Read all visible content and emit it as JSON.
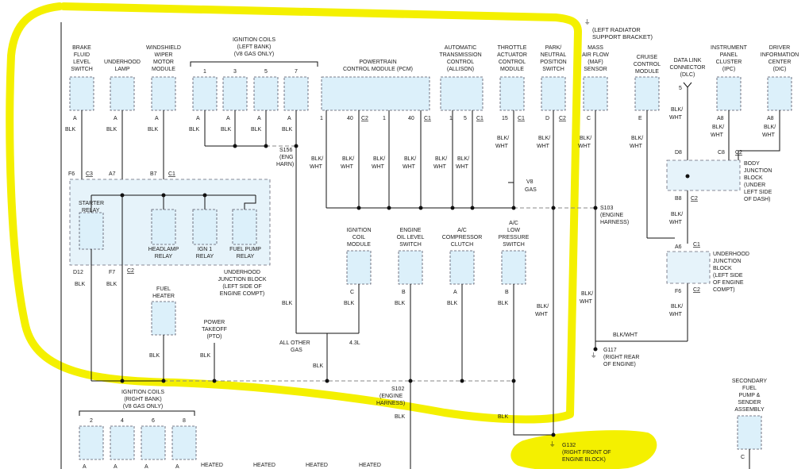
{
  "diagram": {
    "top_components": {
      "brake_fluid": [
        "BRAKE",
        "FLUID",
        "LEVEL",
        "SWITCH"
      ],
      "underhood_lamp": [
        "UNDERHOOD",
        "LAMP"
      ],
      "wiper_motor": [
        "WINDSHIELD",
        "WIPER",
        "MOTOR",
        "MODULE"
      ],
      "ign_coils_left": [
        "IGNITION COILS",
        "(LEFT BANK)",
        "(V8 GAS ONLY)"
      ],
      "pcm": [
        "POWERTRAIN",
        "CONTROL MODULE (PCM)"
      ],
      "trans_control": [
        "AUTOMATIC",
        "TRANSMISSION",
        "CONTROL",
        "(ALLISON)"
      ],
      "throttle_actuator": [
        "THROTTLE",
        "ACTUATOR",
        "CONTROL",
        "MODULE"
      ],
      "park_neutral": [
        "PARK/",
        "NEUTRAL",
        "POSITION",
        "SWITCH"
      ],
      "maf": [
        "MASS",
        "AIR FLOW",
        "(MAF)",
        "SENSOR"
      ],
      "cruise": [
        "CRUISE",
        "CONTROL",
        "MODULE"
      ],
      "dlc": [
        "DATA LINK",
        "CONNECTOR",
        "(DLC)"
      ],
      "ipc": [
        "INSTRUMENT",
        "PANEL",
        "CLUSTER",
        "(IPC)"
      ],
      "dic": [
        "DRIVER",
        "INFORMATION",
        "CENTER",
        "(DIC)"
      ]
    },
    "ground_g100": [
      "(LEFT RADIATOR",
      "SUPPORT BRACKET)"
    ],
    "coil_numbers_left": [
      "1",
      "3",
      "5",
      "7"
    ],
    "coil_numbers_right": [
      "2",
      "4",
      "6",
      "8"
    ],
    "pins": {
      "a": "A",
      "b": "B",
      "c": "C",
      "d": "D",
      "e": "E",
      "p1": "1",
      "p5": "5",
      "p15": "15",
      "p40": "40",
      "c1": "C1",
      "c2": "C2",
      "c3": "C3",
      "f6": "F6",
      "f7": "F7",
      "a7": "A7",
      "b7": "B7",
      "d12": "D12",
      "d8": "D8",
      "c8": "C8",
      "b8": "B8",
      "a6": "A6",
      "a8": "A8"
    },
    "wire_colors": {
      "blk": "BLK",
      "blk_wht": [
        "BLK/",
        "WHT"
      ],
      "blk_wht_inline": "BLK/WHT"
    },
    "underhood_jb": {
      "starter_relay": [
        "STARTER",
        "RELAY"
      ],
      "headlamp_relay": [
        "HEADLAMP",
        "RELAY"
      ],
      "ign1_relay": [
        "IGN 1",
        "RELAY"
      ],
      "fuel_pump_relay": [
        "FUEL PUMP",
        "RELAY"
      ],
      "label": [
        "UNDERHOOD",
        "JUNCTION BLOCK",
        "(LEFT SIDE OF",
        "ENGINE COMPT)"
      ]
    },
    "mid_components": {
      "ign_coil_module": [
        "IGNITION",
        "COIL",
        "MODULE"
      ],
      "oil_level": [
        "ENGINE",
        "OIL LEVEL",
        "SWITCH"
      ],
      "ac_clutch": [
        "A/C",
        "COMPRESSOR",
        "CLUTCH"
      ],
      "ac_pressure": [
        "A/C",
        "LOW",
        "PRESSURE",
        "SWITCH"
      ],
      "fuel_heater": [
        "FUEL",
        "HEATER"
      ],
      "pto": [
        "POWER",
        "TAKEOFF",
        "(PTO)"
      ]
    },
    "splices": {
      "s156": [
        "S156",
        "(ENG",
        "HARN)"
      ],
      "s103": [
        "S103",
        "(ENGINE",
        "HARNESS)"
      ],
      "s102": [
        "S102",
        "(ENGINE",
        "HARNESS)"
      ],
      "v8_gas": [
        "V8",
        "GAS"
      ],
      "all_other_gas": [
        "ALL OTHER",
        "GAS"
      ],
      "l43": "4.3L"
    },
    "grounds": {
      "g117": [
        "G117",
        "(RIGHT REAR",
        "OF ENGINE)"
      ],
      "g132": [
        "G132",
        "(RIGHT FRONT OF",
        "ENGINE BLOCK)"
      ]
    },
    "right_blocks": {
      "body_jb": [
        "BODY",
        "JUNCTION",
        "BLOCK",
        "(UNDER",
        "LEFT SIDE",
        "OF DASH)"
      ],
      "underhood_jb2": [
        "UNDERHOOD",
        "JUNCTION",
        "BLOCK",
        "(LEFT SIDE",
        "OF ENGINE",
        "COMPT)"
      ]
    },
    "ign_coils_right": [
      "IGNITION COILS",
      "(RIGHT BANK)",
      "(V8 GAS ONLY)"
    ],
    "secondary_pump": [
      "SECONDARY",
      "FUEL",
      "PUMP &",
      "SENDER",
      "ASSEMBLY"
    ],
    "heated": "HEATED",
    "highlight_color": "#f4f000"
  }
}
